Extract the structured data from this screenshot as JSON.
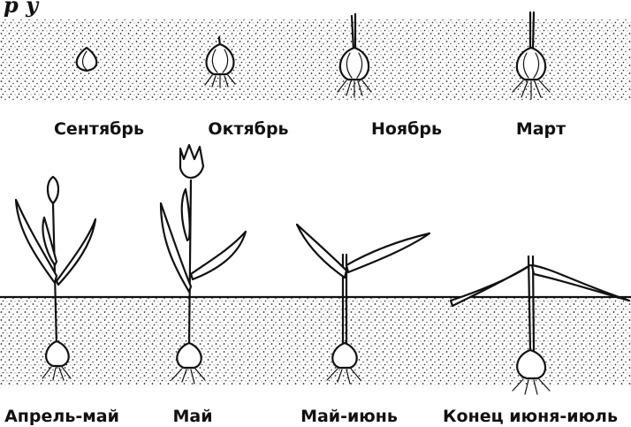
{
  "title_fragment": "р                    у",
  "stages": [
    {
      "label": "Сентябрь"
    },
    {
      "label": "Октябрь"
    },
    {
      "label": "Ноябрь"
    },
    {
      "label": "Март"
    },
    {
      "label": "Апрель-май"
    },
    {
      "label": "Май"
    },
    {
      "label": "Май-июнь"
    },
    {
      "label": "Конец июня-июль"
    }
  ]
}
